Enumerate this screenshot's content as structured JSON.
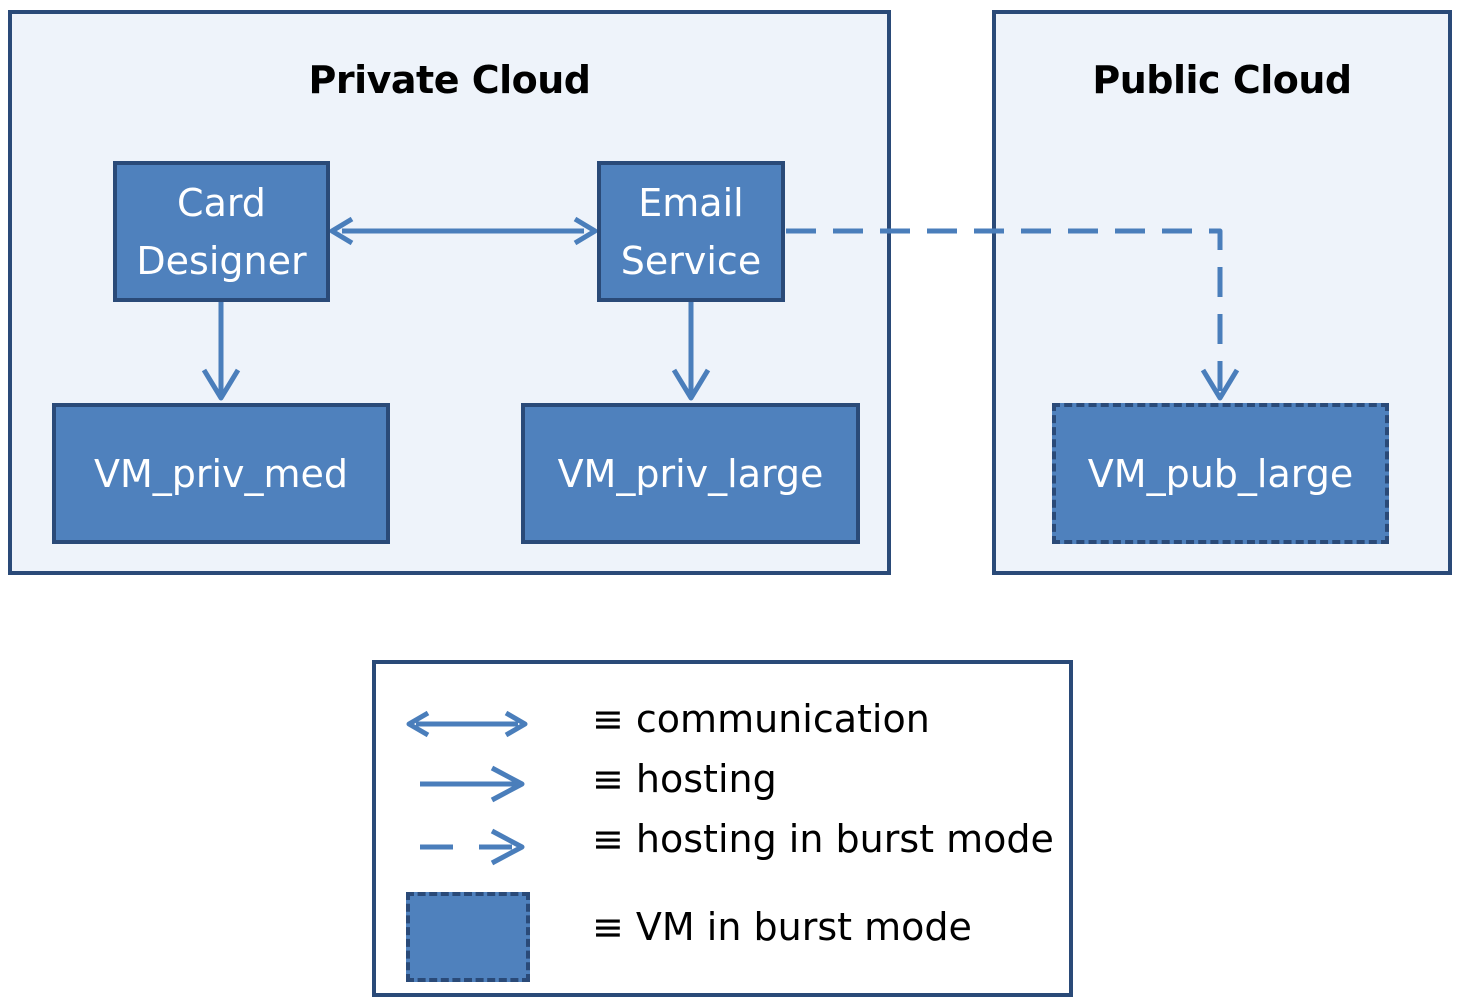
{
  "clouds": {
    "private_title": "Private Cloud",
    "public_title": "Public Cloud"
  },
  "nodes": {
    "card_designer": [
      "Card",
      "Designer"
    ],
    "email_service": [
      "Email",
      "Service"
    ],
    "vm_priv_med": "VM_priv_med",
    "vm_priv_large": "VM_priv_large",
    "vm_pub_large": "VM_pub_large"
  },
  "legend": {
    "communication": "≡ communication",
    "hosting": "≡ hosting",
    "hosting_burst": "≡ hosting in burst mode",
    "vm_burst": "≡ VM in burst mode"
  },
  "colors": {
    "node_fill": "#4f81bd",
    "border": "#2a4a78",
    "edge": "#4a7ebb",
    "cloud_fill": "#eef3fa"
  }
}
